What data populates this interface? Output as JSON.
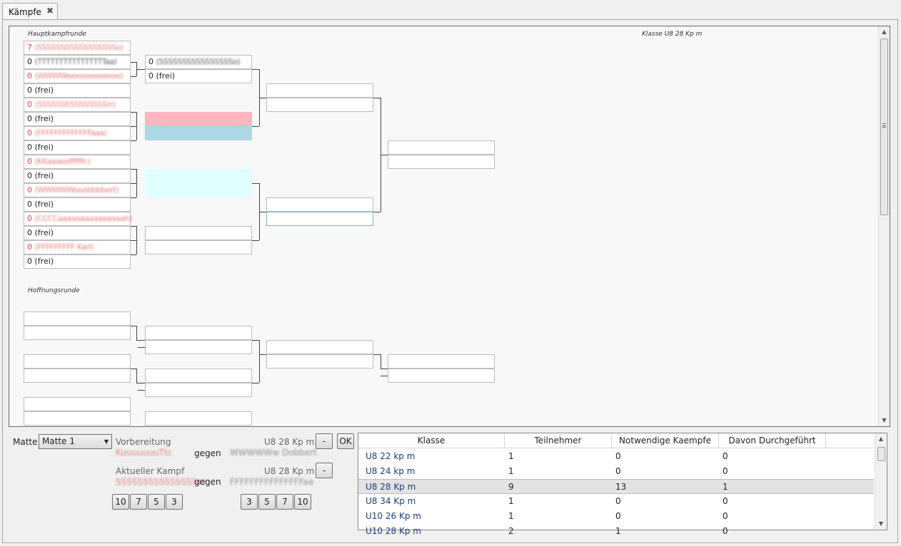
{
  "tab": {
    "label": "Kämpfe",
    "close_icon": "✖"
  },
  "bracket": {
    "class_label": "Klasse U8 28 Kp m",
    "main_round_label": "Hauptkampfrunde",
    "repechage_label": "Hoffnungsrunde",
    "round1": [
      {
        "score": "7",
        "name": "(SSSSSSSSSSSSSSSSSo)",
        "color": "red"
      },
      {
        "score": "0",
        "name": "(TTTTTTTTTTTTTTTTaa)",
        "color": "black"
      },
      {
        "score": "0",
        "name": "(WWWWeeeeeeeeeeee)",
        "color": "red"
      },
      {
        "score": "0",
        "name": "(frei)",
        "color": "black"
      },
      {
        "score": "0",
        "name": "(SSSSSSSSSSSSSSSrr)",
        "color": "red"
      },
      {
        "score": "0",
        "name": "(frei)",
        "color": "black"
      },
      {
        "score": "0",
        "name": "(FFFFFFFFFFFFFaaa)",
        "color": "red"
      },
      {
        "score": "0",
        "name": "(frei)",
        "color": "black"
      },
      {
        "score": "0",
        "name": "(KKaaaeeffffffc)",
        "color": "red"
      },
      {
        "score": "0",
        "name": "(frei)",
        "color": "black"
      },
      {
        "score": "0",
        "name": "(WWWWWooobbbbert)",
        "color": "red"
      },
      {
        "score": "0",
        "name": "(frei)",
        "color": "black"
      },
      {
        "score": "0",
        "name": "(CCCCaaaaaaaaaaaaaaah)",
        "color": "red"
      },
      {
        "score": "0",
        "name": "(frei)",
        "color": "black"
      },
      {
        "score": "0",
        "name": "(FFFFFFFFF Karl)",
        "color": "red"
      },
      {
        "score": "0",
        "name": "(frei)",
        "color": "black"
      }
    ],
    "round2": [
      {
        "score": "0",
        "name": "(SSSSSSSSSSSSSSSSo)",
        "color": "black"
      },
      {
        "score": "0",
        "name": "(frei)",
        "color": "black"
      }
    ]
  },
  "controls": {
    "matte_label": "Matte",
    "matte_value": "Matte 1",
    "prep_label": "Vorbereitung",
    "prep_class": "U8 28 Kp m",
    "prep_fighter1": "KuuuuuuuTtc",
    "prep_vs": "gegen",
    "prep_fighter2": "WWWWWw Dobbert",
    "current_label": "Aktueller Kampf",
    "current_class": "U8 28 Kp m",
    "current_fighter1": "SSSSSSSSSSSSSSSer",
    "current_vs": "gegen",
    "current_fighter2": "FFFFFFFFFFFFFFFaa",
    "minus_label": "-",
    "ok_label": "OK",
    "left_scores": [
      "10",
      "7",
      "5",
      "3"
    ],
    "right_scores": [
      "3",
      "5",
      "7",
      "10"
    ]
  },
  "table": {
    "headers": [
      "Klasse",
      "Teilnehmer",
      "Notwendige Kaempfe",
      "Davon Durchgeführt"
    ],
    "rows": [
      [
        "U8 22 kp m",
        "1",
        "0",
        "0"
      ],
      [
        "U8 24 kp m",
        "1",
        "0",
        "0"
      ],
      [
        "U8 28 Kp m",
        "9",
        "13",
        "1"
      ],
      [
        "U8 34 Kp m",
        "1",
        "0",
        "0"
      ],
      [
        "U10 26 Kp m",
        "1",
        "0",
        "0"
      ],
      [
        "U10 28 Kp m",
        "2",
        "1",
        "0"
      ]
    ],
    "selected_row": 2
  }
}
